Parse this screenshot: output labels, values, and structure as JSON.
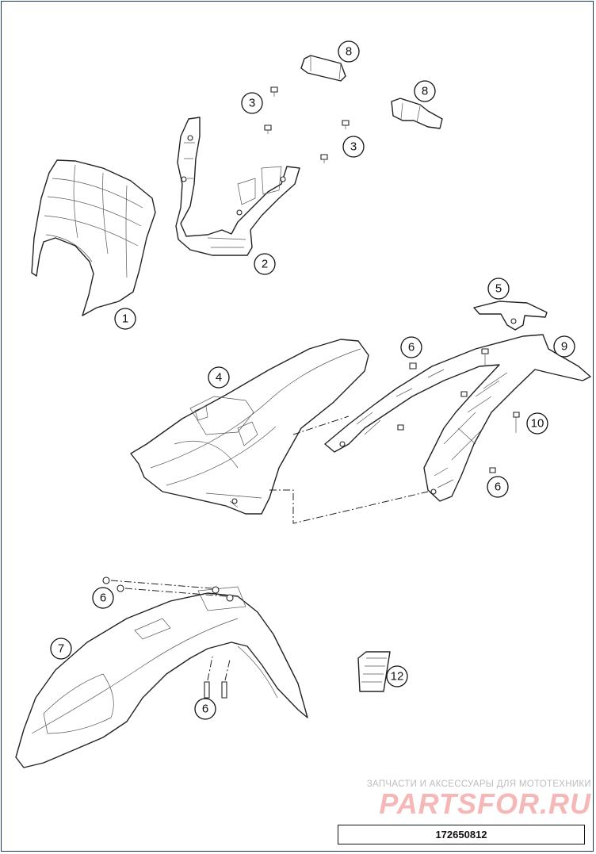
{
  "diagram": {
    "callouts": [
      {
        "label": "1"
      },
      {
        "label": "2"
      },
      {
        "label": "3"
      },
      {
        "label": "3"
      },
      {
        "label": "4"
      },
      {
        "label": "5"
      },
      {
        "label": "6"
      },
      {
        "label": "6"
      },
      {
        "label": "6"
      },
      {
        "label": "6"
      },
      {
        "label": "7"
      },
      {
        "label": "8"
      },
      {
        "label": "8"
      },
      {
        "label": "9"
      },
      {
        "label": "10"
      },
      {
        "label": "12"
      }
    ],
    "watermark_caption": "ЗАПЧАСТИ И АКСЕССУАРЫ ДЛЯ МОТОТЕХНИКИ",
    "watermark_brand": "PARTSFOR.RU",
    "drawing_code": "172650812"
  }
}
